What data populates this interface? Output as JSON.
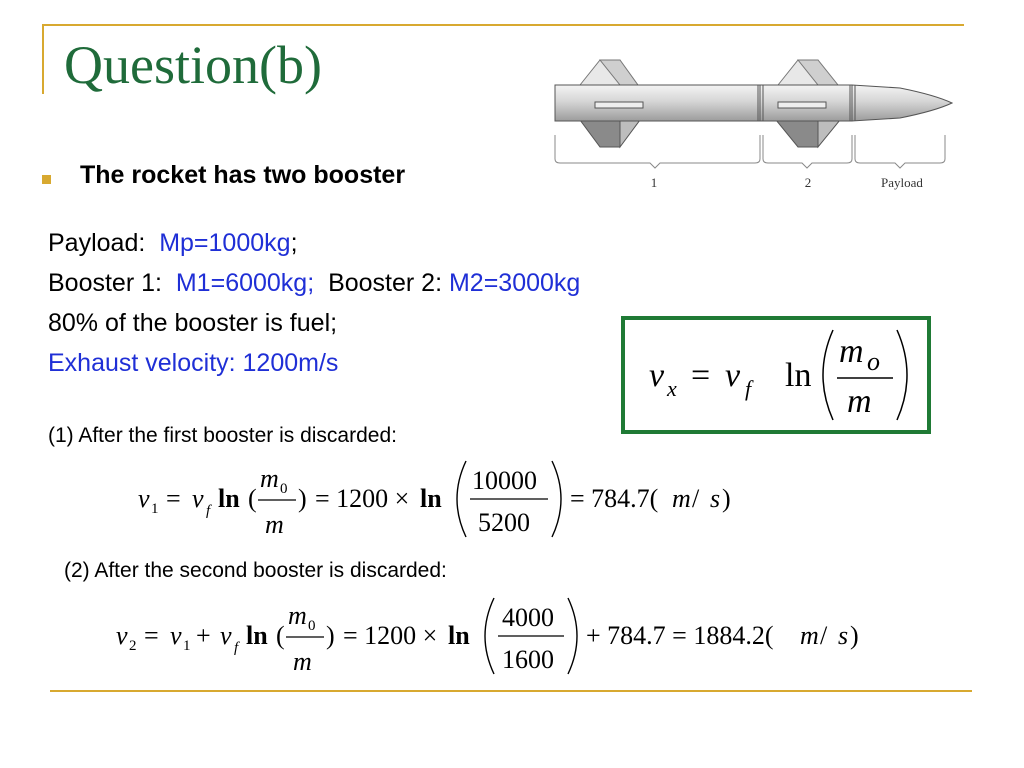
{
  "slide": {
    "title": "Question(b)",
    "bullet": "The rocket has two booster"
  },
  "diagram": {
    "labels": [
      "1",
      "2",
      "Payload"
    ]
  },
  "info": {
    "payload_label": "Payload:",
    "payload_value": "Mp=1000kg",
    "payload_semicolon": ";",
    "booster1_label": "Booster 1:",
    "booster1_value": "M1=6000kg;",
    "booster2_label": "Booster 2:",
    "booster2_value": "M2=3000kg",
    "fuel_line": "80% of the booster is fuel;",
    "exhaust_line": "Exhaust velocity:  1200m/s"
  },
  "formula": {
    "lhs_v": "v",
    "lhs_sub": "x",
    "eq": "=",
    "vf_v": "v",
    "vf_sub": "f",
    "ln": "ln",
    "num": "m",
    "num_sub": "o",
    "den": "m"
  },
  "step1": {
    "text": "(1) After the first booster is discarded:",
    "lhs_v": "v",
    "lhs_sub": "1",
    "eq": "=",
    "vf_v": "v",
    "vf_sub": "f",
    "ln": "ln",
    "open": "(",
    "frac_num": "m",
    "frac_num_sub": "0",
    "frac_den": "m",
    "close": ")",
    "mid": "= 1200 ×",
    "ln2": "ln",
    "num": "10000",
    "den": "5200",
    "result": "= 784.7(",
    "unit_m": "m",
    "unit_slash": " / ",
    "unit_s": "s",
    "result_close": ")"
  },
  "step2": {
    "text": "(2) After the second booster is discarded:",
    "lhs_v": "v",
    "lhs_sub": "2",
    "eq": "=",
    "v1_v": "v",
    "v1_sub": "1",
    "plus": "+",
    "vf_v": "v",
    "vf_sub": "f",
    "ln": "ln",
    "open": "(",
    "frac_num": "m",
    "frac_num_sub": "0",
    "frac_den": "m",
    "close": ")",
    "mid": "= 1200 ×",
    "ln2": "ln",
    "num": "4000",
    "den": "1600",
    "result": "+ 784.7 = 1884.2(",
    "unit_m": "m",
    "unit_slash": " / ",
    "unit_s": "s",
    "result_close": ")"
  },
  "colors": {
    "title": "#1f6b3a",
    "accent_line": "#d8a930",
    "highlight_blue": "#1f2fd6",
    "box_border": "#1f7a35"
  }
}
